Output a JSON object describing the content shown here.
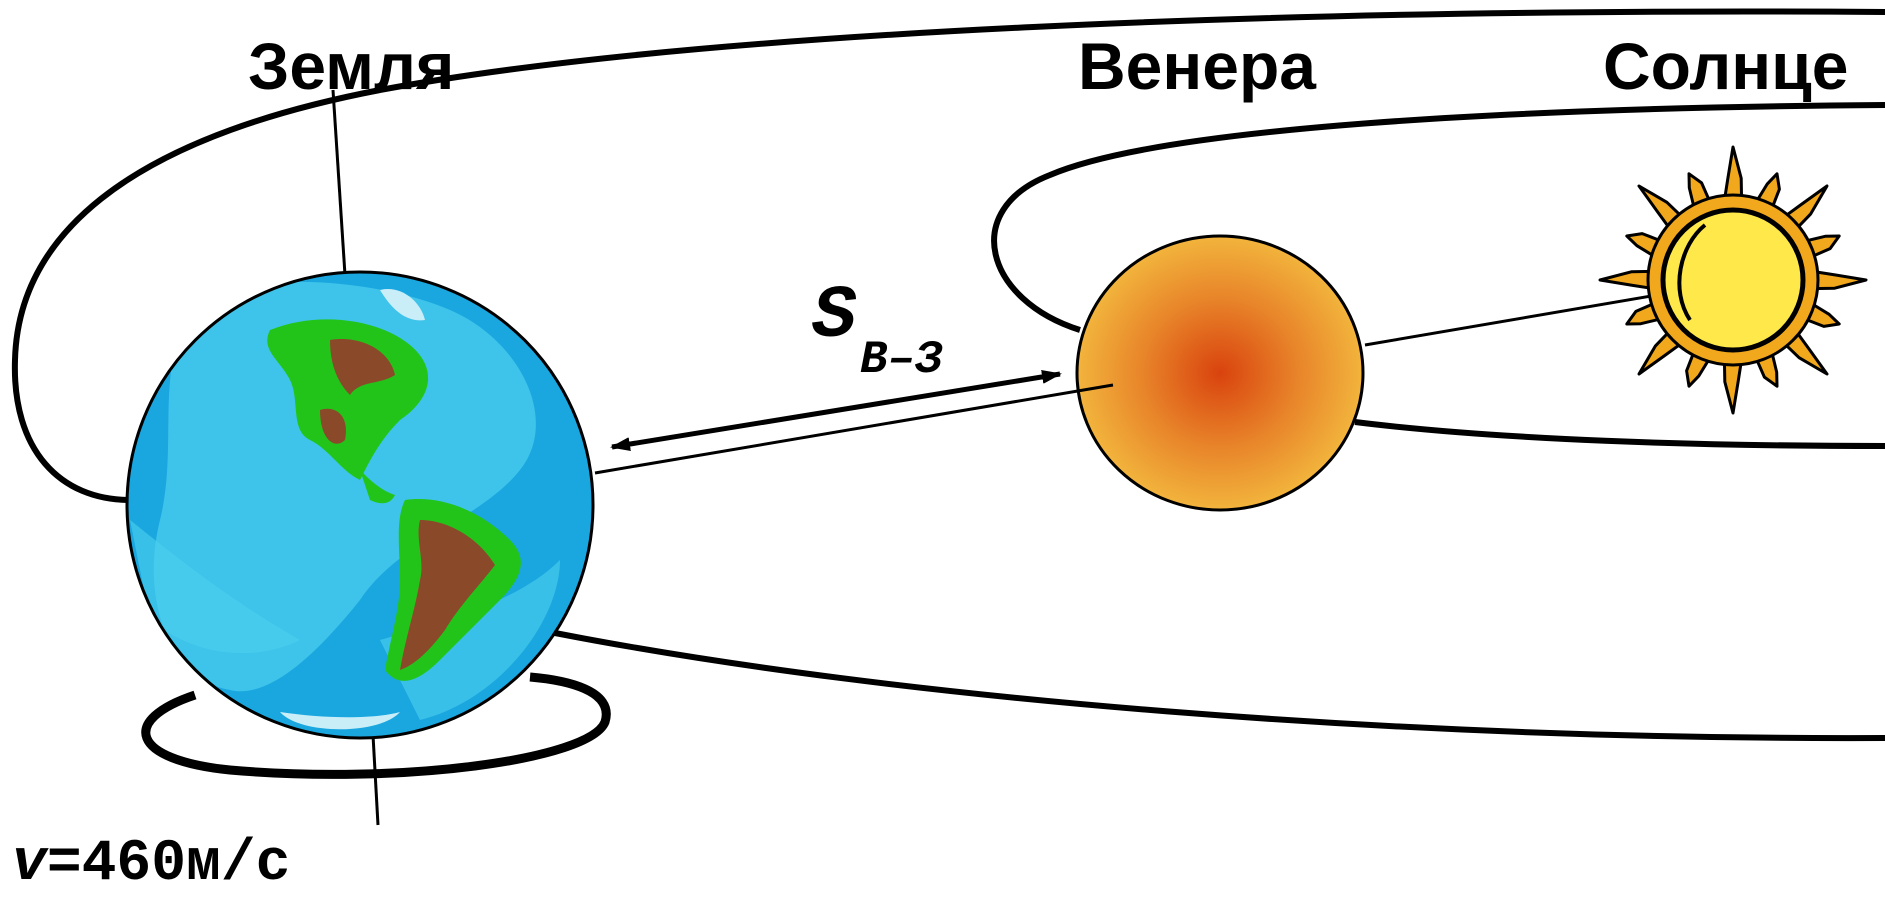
{
  "labels": {
    "earth": "Земля",
    "venus": "Венера",
    "sun": "Солнце"
  },
  "distance": {
    "symbol": "S",
    "subscript": "В–З"
  },
  "velocity": {
    "symbol": "v",
    "text": "=460м/с"
  },
  "colors": {
    "ocean": "#1aa7e0",
    "ocean_light": "#4fd0ee",
    "land_green": "#22c41a",
    "land_brown": "#8a4a2a",
    "venus_center": "#d9430e",
    "venus_edge": "#f2b43c",
    "sun_body": "#ffe84a",
    "sun_rays": "#f2a81c"
  }
}
